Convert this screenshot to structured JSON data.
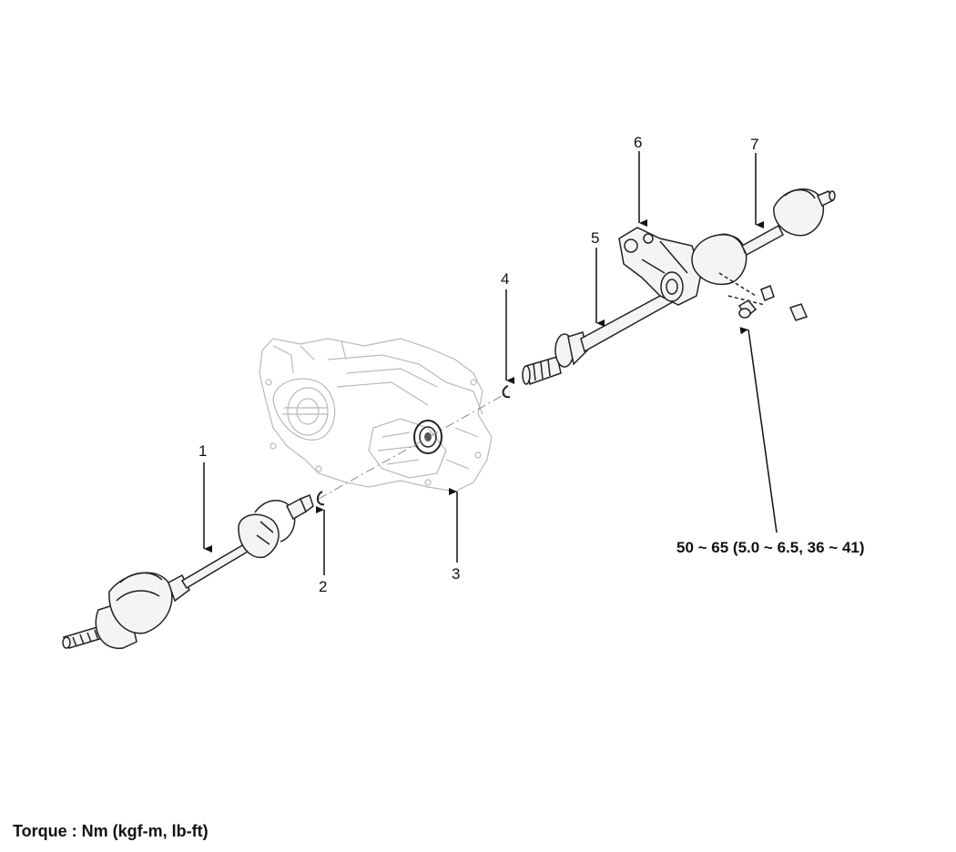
{
  "callouts": {
    "c1": "1",
    "c2": "2",
    "c3": "3",
    "c4": "4",
    "c5": "5",
    "c6": "6",
    "c7": "7"
  },
  "torque_spec": "50 ~ 65 (5.0 ~ 6.5, 36 ~ 41)",
  "legend": "Torque : Nm (kgf-m, lb-ft)"
}
